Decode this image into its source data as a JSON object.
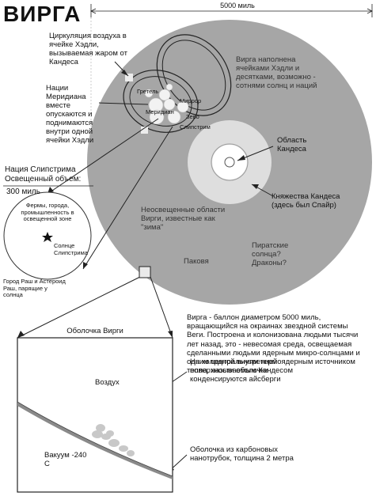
{
  "title": "ВИРГА",
  "scale_label": "5000 миль",
  "annotations": {
    "hadley_circulation": "Циркуляция воздуха в ячейке Хэдли, вызываемая жаром от Кандеса",
    "meridian_nations": "Нации Меридиана вместе опускаются и поднимаются внутри одной ячейки Хэдли",
    "virga_cells": "Вирга наполнена ячейками Хэдли и десятками, возможно - сотнями солнц и наций",
    "candes_region": "Область Кандеса",
    "candes_principality": "Княжества Кандеса (здесь был Спайр)",
    "slipstream_nation": "Нация Слипстрима",
    "lit_volume": "Освещенный объем:",
    "lit_volume_size": "300 миль",
    "unlit_regions": "Неосвещенные области Вирги, известные как \"зима\"",
    "pirate_suns": "Пиратские солнца? Драконы?",
    "pack": "Паковя",
    "farms": "Фермы, города, промышленность в освещенной зоне",
    "slipstream_sun": "Солнце Слипстрима",
    "rush_city": "Город Раш и Астероид Раш, парящие у солнца",
    "virga_description": "Вирга - баллон диаметром 5000 миль, вращающийся на окраинах звездной системы Веги. Построена и колонизована людьми тысячи лет назад, это - невесомая среда, освещаемая сделанными людьми ядерным микро-солнцами и одним центральным термоядерным источником тепла, называемым Кандесом",
    "shell_title": "Оболочка Вирги",
    "air": "Воздух",
    "icebergs": "На холодной внутренней поверхности оболочки конденсируются айсберги",
    "vacuum": "Вакуум -240 С",
    "shell_material": "Оболочка из карбоновых нанотрубок, толщина 2 метра"
  },
  "cell_labels": {
    "gretel": "Гретель",
    "mirror": "Миррор",
    "meridian": "Меридиан",
    "zevo": "Зево",
    "slipstream_small": "Слипстрим"
  },
  "colors": {
    "sphere": "#a6a6a6",
    "candes_halo": "#dedede",
    "candes_core": "#ffffff",
    "shell": "#8a8a8a",
    "ice": "#c8c8c8"
  }
}
